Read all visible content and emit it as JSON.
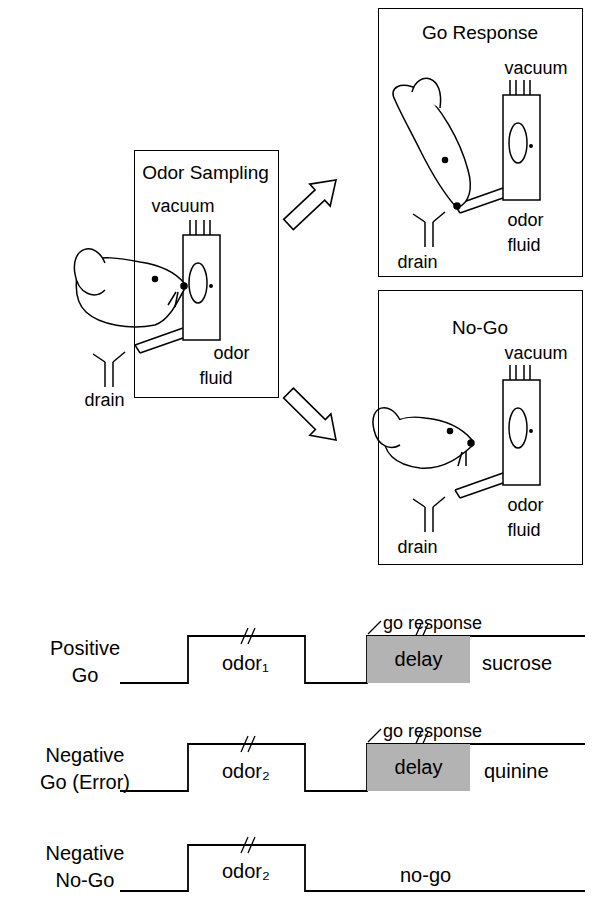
{
  "diagram": {
    "nodes": [
      {
        "text": [
          "Odor Sampling",
          "vacuum",
          "odor",
          "fluid",
          "drain"
        ]
      },
      {
        "text": [
          "Go Response",
          "vacuum",
          "odor",
          "fluid",
          "drain"
        ]
      },
      {
        "text": [
          "No-Go",
          "vacuum",
          "odor",
          "fluid",
          "drain"
        ]
      },
      {
        "text": [
          "delay"
        ]
      },
      {
        "text": [
          "delay"
        ]
      }
    ],
    "edges": [
      {
        "from": 0,
        "to": 1,
        "arrow": "to"
      },
      {
        "from": 0,
        "to": 2,
        "arrow": "to"
      }
    ],
    "labels": [
      "Positive Go",
      "odor₁",
      "go response",
      "sucrose",
      "Negative Go (Error)",
      "odor₂",
      "go response",
      "quinine",
      "Negative No-Go",
      "odor₂",
      "no-go"
    ]
  }
}
